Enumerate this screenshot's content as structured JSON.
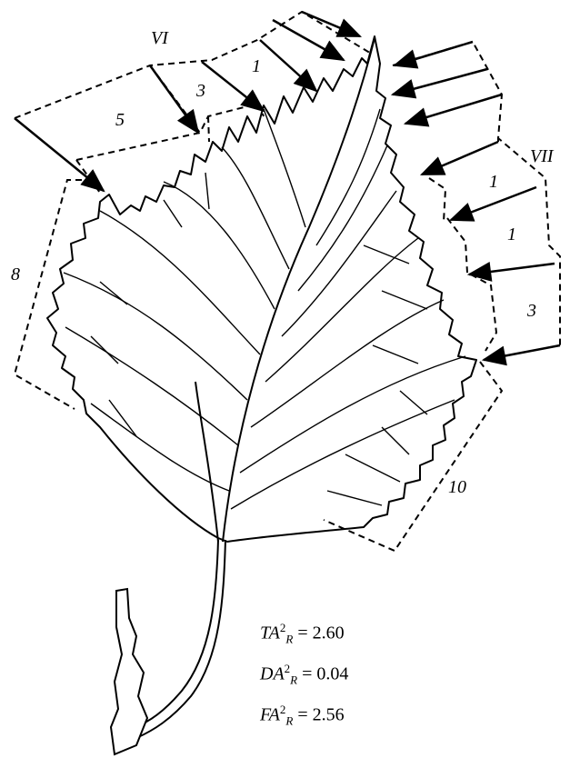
{
  "groups": {
    "upper": "VI",
    "right": "VII"
  },
  "counts": {
    "upper_1": "1",
    "upper_3": "3",
    "upper_5": "5",
    "left_8": "8",
    "right_1a": "1",
    "right_1b": "1",
    "right_3": "3",
    "bottom_10": "10"
  },
  "equations": [
    {
      "sym": "TA",
      "sup": "2",
      "sub": "R",
      "value": "= 2.60"
    },
    {
      "sym": "DA",
      "sup": "2",
      "sub": "R",
      "value": "= 0.04"
    },
    {
      "sym": "FA",
      "sup": "2",
      "sub": "R",
      "value": "= 2.56"
    }
  ]
}
